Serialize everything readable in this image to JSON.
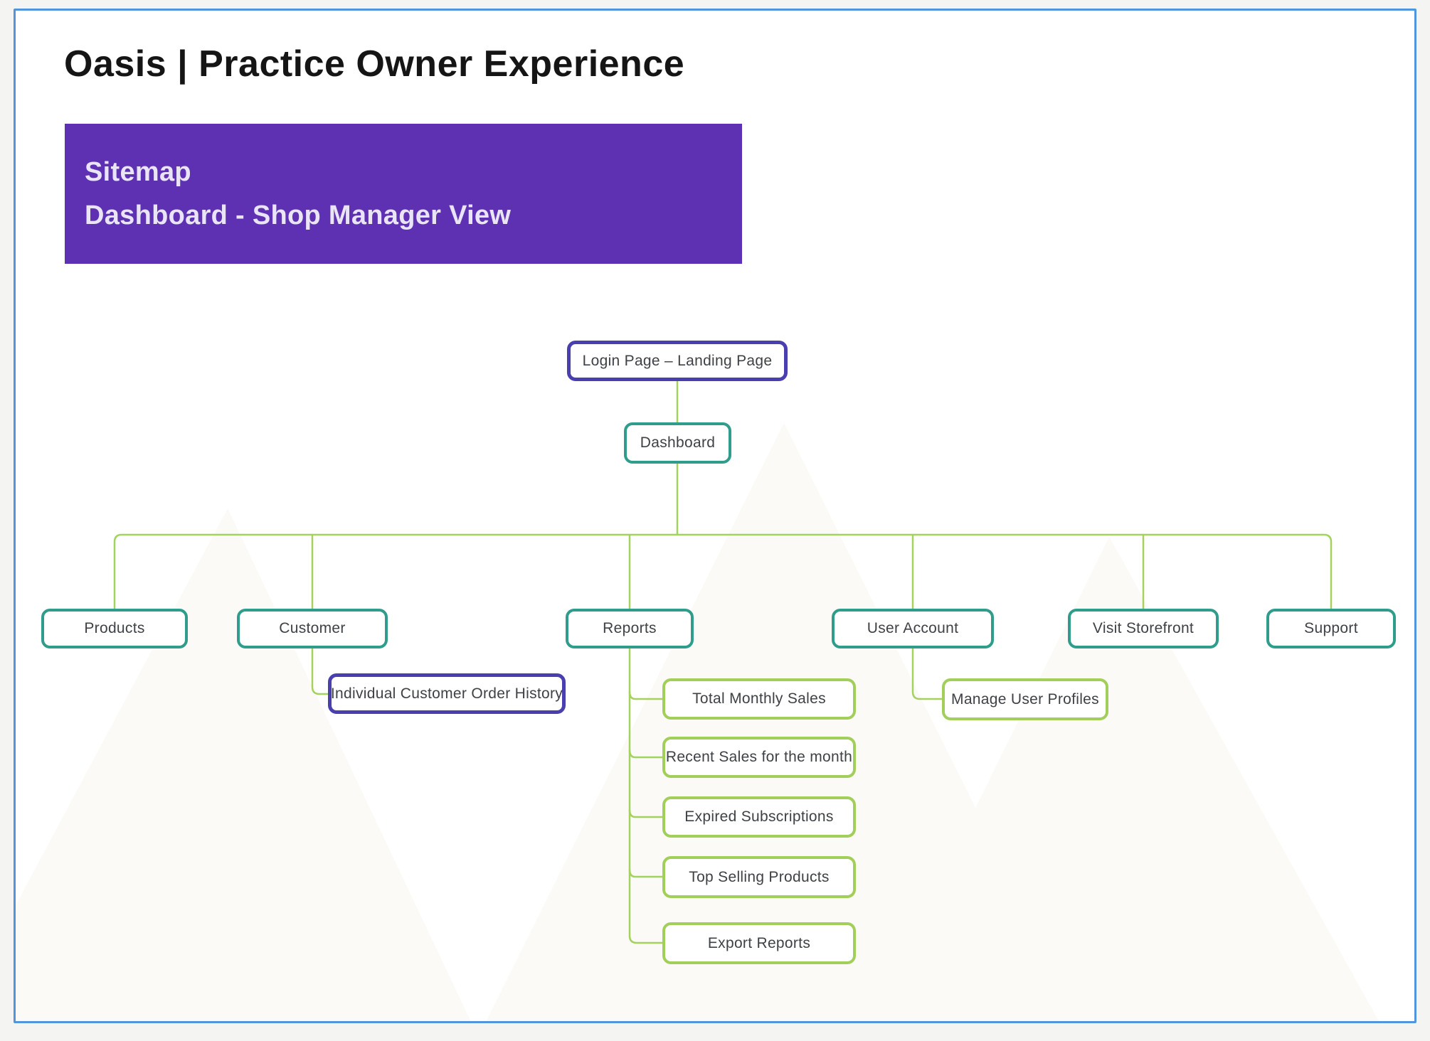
{
  "page": {
    "title": "Oasis | Practice Owner Experience",
    "banner": {
      "line1": "Sitemap",
      "line2": "Dashboard - Shop Manager View"
    }
  },
  "sitemap": {
    "nodes": {
      "login": {
        "label": "Login Page – Landing Page",
        "variant": "indigo"
      },
      "dashboard": {
        "label": "Dashboard",
        "variant": "teal"
      },
      "products": {
        "label": "Products",
        "variant": "teal"
      },
      "customer": {
        "label": "Customer",
        "variant": "teal"
      },
      "reports": {
        "label": "Reports",
        "variant": "teal"
      },
      "user_account": {
        "label": "User Account",
        "variant": "teal"
      },
      "visit_storefront": {
        "label": "Visit Storefront",
        "variant": "teal"
      },
      "support": {
        "label": "Support",
        "variant": "teal"
      },
      "individual_customer_order_history": {
        "label": "Individual Customer Order History",
        "variant": "indigo"
      },
      "total_monthly_sales": {
        "label": "Total Monthly Sales",
        "variant": "green"
      },
      "recent_sales_for_the_month": {
        "label": "Recent Sales for the month",
        "variant": "green"
      },
      "expired_subscriptions": {
        "label": "Expired Subscriptions",
        "variant": "green"
      },
      "top_selling_products": {
        "label": "Top Selling Products",
        "variant": "green"
      },
      "export_reports": {
        "label": "Export Reports",
        "variant": "green"
      },
      "manage_user_profiles": {
        "label": "Manage User Profiles",
        "variant": "green"
      }
    },
    "colors": {
      "teal": "#2f9c8c",
      "indigo": "#4a3fae",
      "green": "#a2cf5a",
      "line": "#a3d35e",
      "frame": "#4f96dc",
      "banner": "#5e30b2",
      "node_text": "#3e4145"
    }
  }
}
